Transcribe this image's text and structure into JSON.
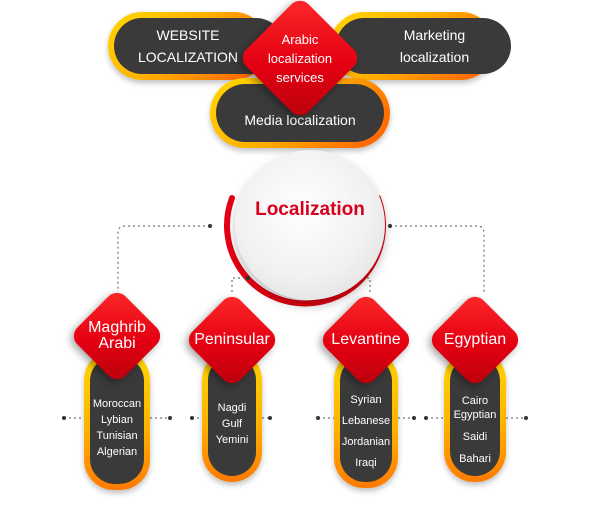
{
  "top": {
    "center_diamond": [
      "Arabic",
      "localization",
      "services"
    ],
    "website_pill": [
      "WEBSITE",
      "LOCALIZATION"
    ],
    "marketing_pill": [
      "Marketing",
      "localization"
    ],
    "media_pill": [
      "Media localization"
    ]
  },
  "center": {
    "title": "Localization"
  },
  "columns": [
    {
      "title_lines": [
        "Maghrib",
        "Arabi"
      ],
      "items": [
        "Moroccan",
        "Lybian",
        "Tunisian",
        "Algerian"
      ]
    },
    {
      "title_lines": [
        "Peninsular"
      ],
      "items": [
        "Nagdi",
        "Gulf",
        "Yemini"
      ]
    },
    {
      "title_lines": [
        "Levantine"
      ],
      "items": [
        "Syrian",
        "Lebanese",
        "Jordanian",
        "Iraqi"
      ]
    },
    {
      "title_lines": [
        "Egyptian"
      ],
      "items": [
        "Cairo",
        "Egyptian",
        "Saidi",
        "Bahari"
      ]
    }
  ],
  "colors": {
    "red": "#e40012",
    "dark": "#3a3a3a",
    "yellow": "#ffd800",
    "orange": "#ff7a00"
  }
}
